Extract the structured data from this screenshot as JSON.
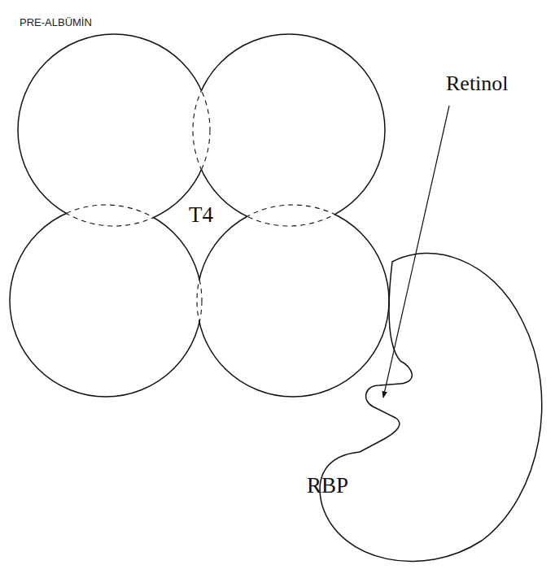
{
  "diagram": {
    "title": "PRE-ALBÜMİN",
    "nodes": [
      {
        "text": [
          "T4"
        ]
      },
      {
        "text": [
          "RBP"
        ]
      }
    ],
    "labels": [
      "Retinol"
    ]
  }
}
